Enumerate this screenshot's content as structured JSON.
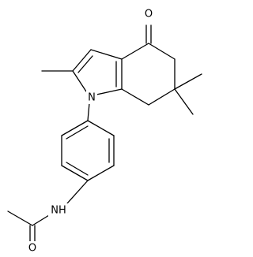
{
  "diagram": {
    "type": "chemical-structure",
    "atom_labels": {
      "ketone_oxygen": "O",
      "ring_nitrogen": "N",
      "amide_nitrogen": "NH",
      "amide_oxygen": "O"
    }
  }
}
